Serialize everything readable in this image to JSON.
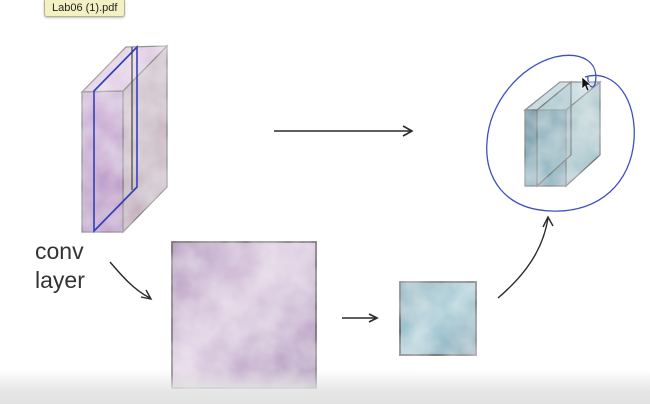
{
  "tooltip": {
    "text": "Lab06 (1).pdf"
  },
  "annotation": {
    "line1": "conv",
    "line2": "layer"
  },
  "colors": {
    "purple_wash": "#a98ab8",
    "purple_light": "#d8c4dc",
    "teal_wash": "#5e9cae",
    "teal_light": "#a9cdd6",
    "ink": "#2a2a2a",
    "pen_blue": "#3d4fc4",
    "tooltip_bg": "#f3f0c4"
  },
  "icons": {
    "cursor": "mouse-pointer-icon"
  }
}
